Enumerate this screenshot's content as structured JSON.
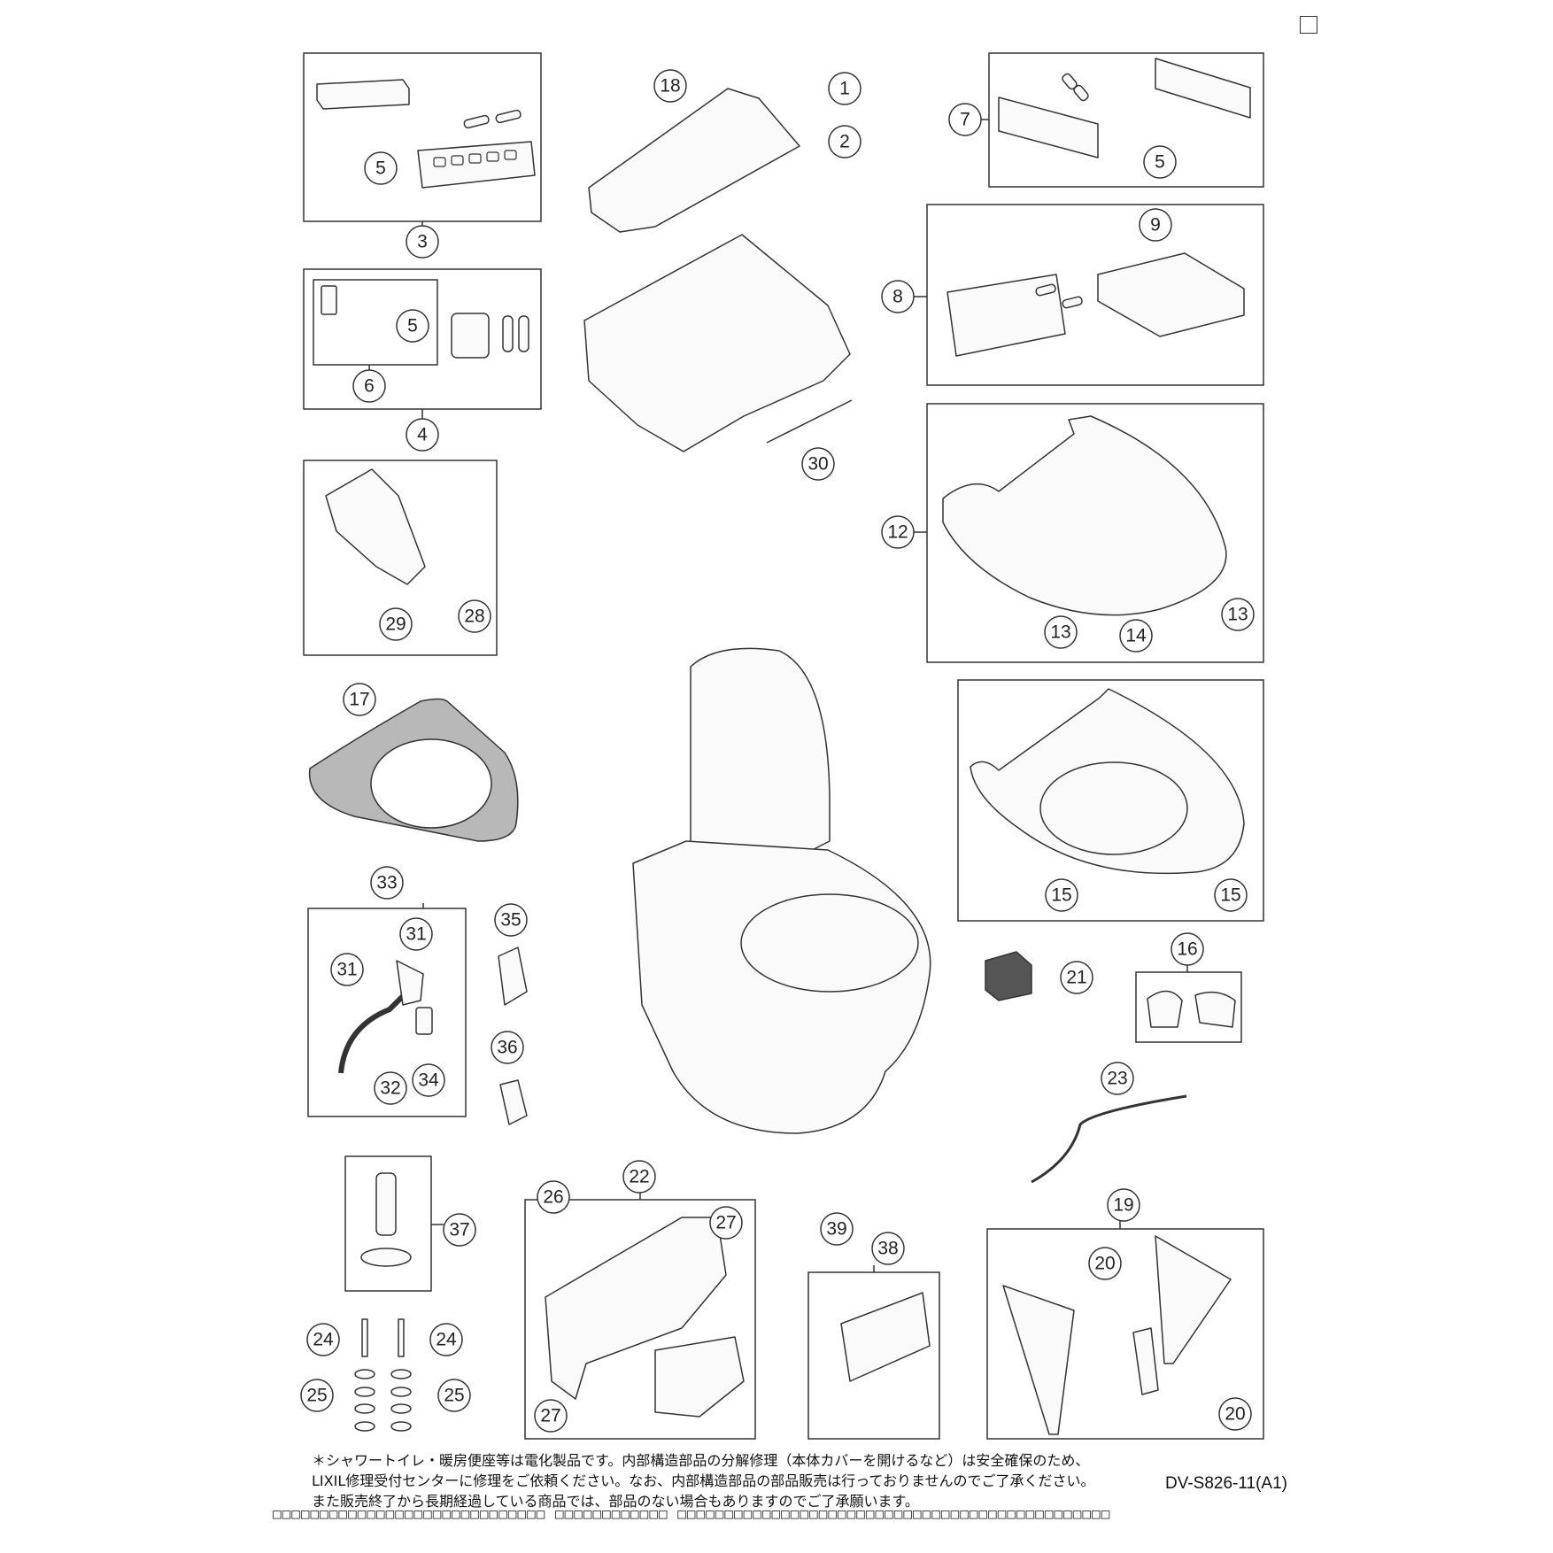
{
  "diagram": {
    "callouts": {
      "c1": "1",
      "c2": "2",
      "c3": "3",
      "c4": "4",
      "c5a": "5",
      "c5b": "5",
      "c5c": "5",
      "c6": "6",
      "c7": "7",
      "c8": "8",
      "c9": "9",
      "c12": "12",
      "c13a": "13",
      "c13b": "13",
      "c14": "14",
      "c15a": "15",
      "c15b": "15",
      "c16": "16",
      "c17": "17",
      "c18": "18",
      "c19": "19",
      "c20a": "20",
      "c20b": "20",
      "c21": "21",
      "c22": "22",
      "c23": "23",
      "c24a": "24",
      "c24b": "24",
      "c25a": "25",
      "c25b": "25",
      "c26": "26",
      "c27a": "27",
      "c27b": "27",
      "c28": "28",
      "c29": "29",
      "c30": "30",
      "c31a": "31",
      "c31b": "31",
      "c32": "32",
      "c33": "33",
      "c34": "34",
      "c35": "35",
      "c36": "36",
      "c37": "37",
      "c38": "38",
      "c39": "39"
    }
  },
  "notes": {
    "line1": "＊シャワートイレ・暖房便座等は電化製品です。内部構造部品の分解修理（本体カバーを開けるなど）は安全確保のため、",
    "line2": "LIXIL修理受付センターに修理をご依頼ください。なお、内部構造部品の部品販売は行っておりませんのでご了承ください。",
    "line3": "また販売終了から長期経過している商品では、部品のない場合もありますのでご了承願います。"
  },
  "doc_number": "DV-S826-11(A1)",
  "footer_text": "□□□□□□□□□□□□□□□□□□□□□□□□□□□□□ □□□□□□□□□□□□ □□□□□□□□□□□□□□□□□□□□□□□□□□□□□□□□□□□□□□□□□□□□□□"
}
